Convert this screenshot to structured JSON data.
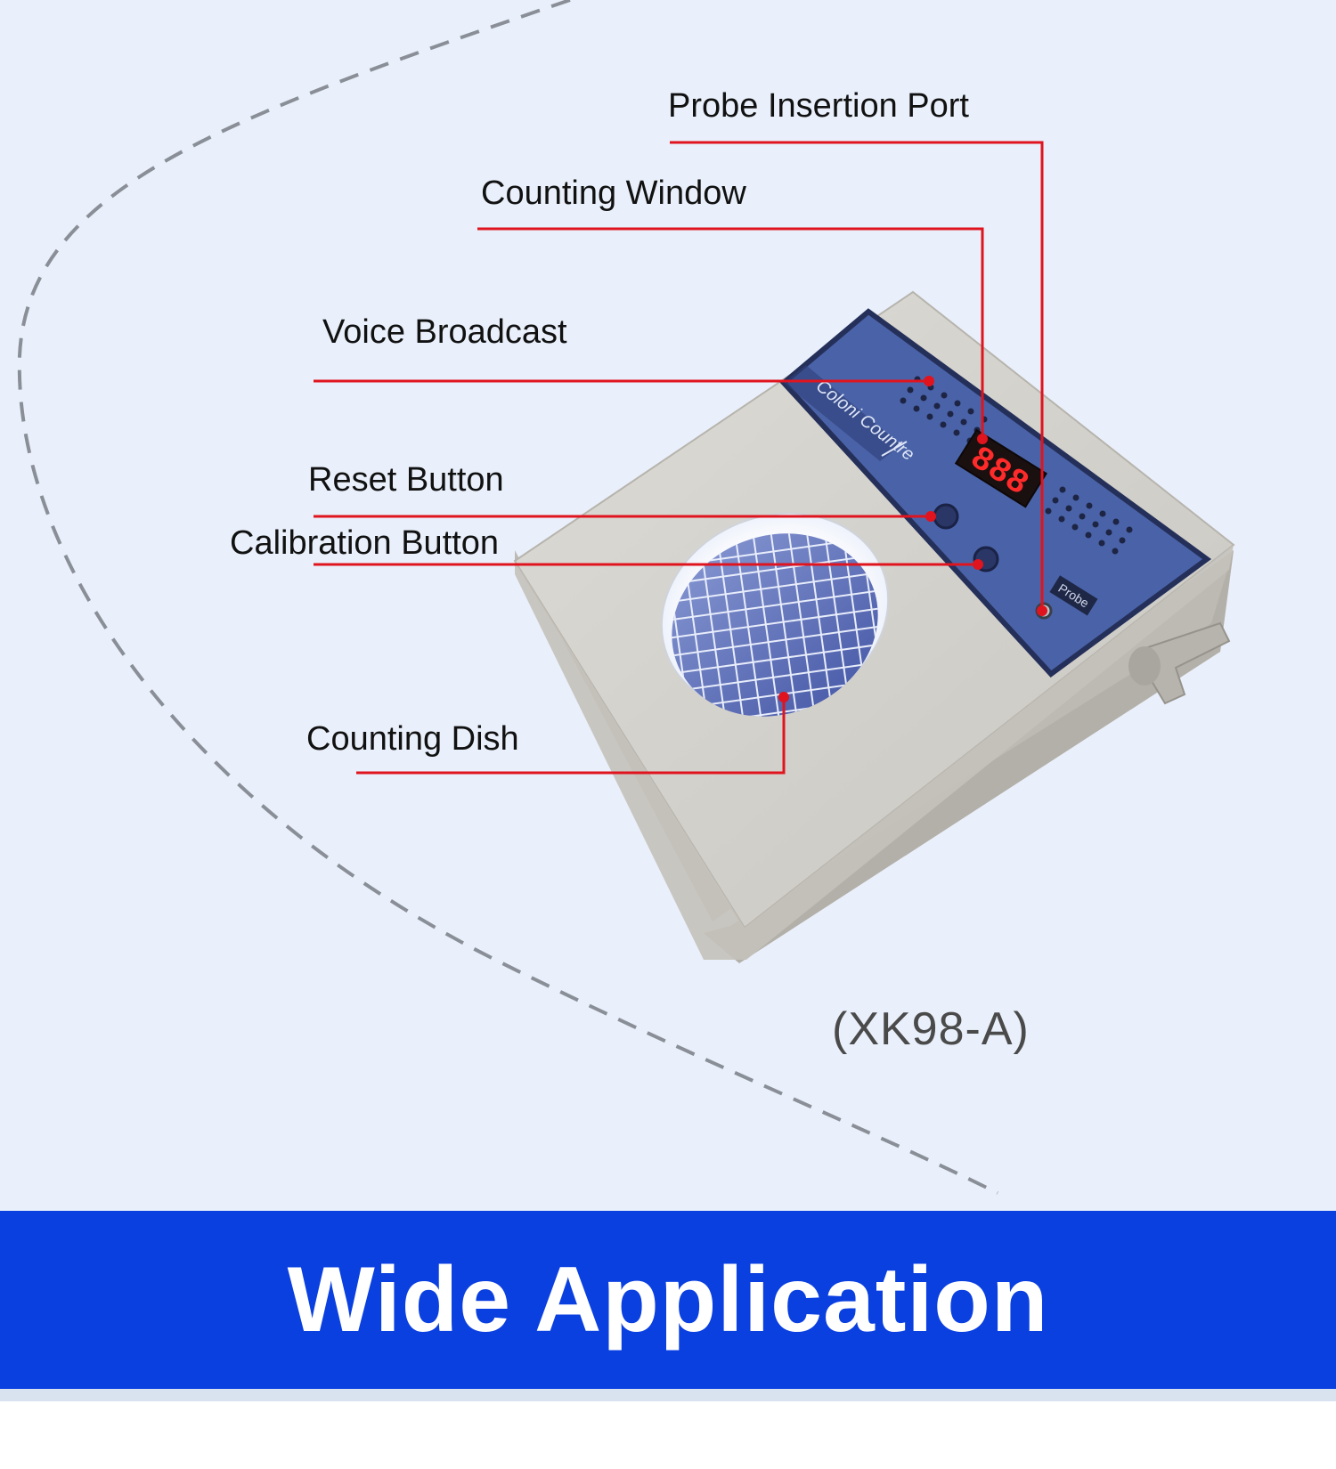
{
  "callouts": {
    "probe_port": "Probe Insertion Port",
    "counting_window": "Counting Window",
    "voice_broadcast": "Voice Broadcast",
    "reset_button": "Reset Button",
    "calibration_button": "Calibration Button",
    "counting_dish": "Counting Dish"
  },
  "device": {
    "panel_brand": "Coloni Countre",
    "display_digits": "888",
    "probe_tag": "Probe",
    "body_color": "#d4d2cc",
    "panel_color": "#4a63a8",
    "display_color": "#ff2a2a"
  },
  "model_label": "(XK98-A)",
  "banner": {
    "title": "Wide Application",
    "color": "#0a3fe0"
  },
  "colors": {
    "background": "#e9f0fb",
    "leader_line": "#e0141e",
    "dashed_curve": "#8a8f97"
  }
}
